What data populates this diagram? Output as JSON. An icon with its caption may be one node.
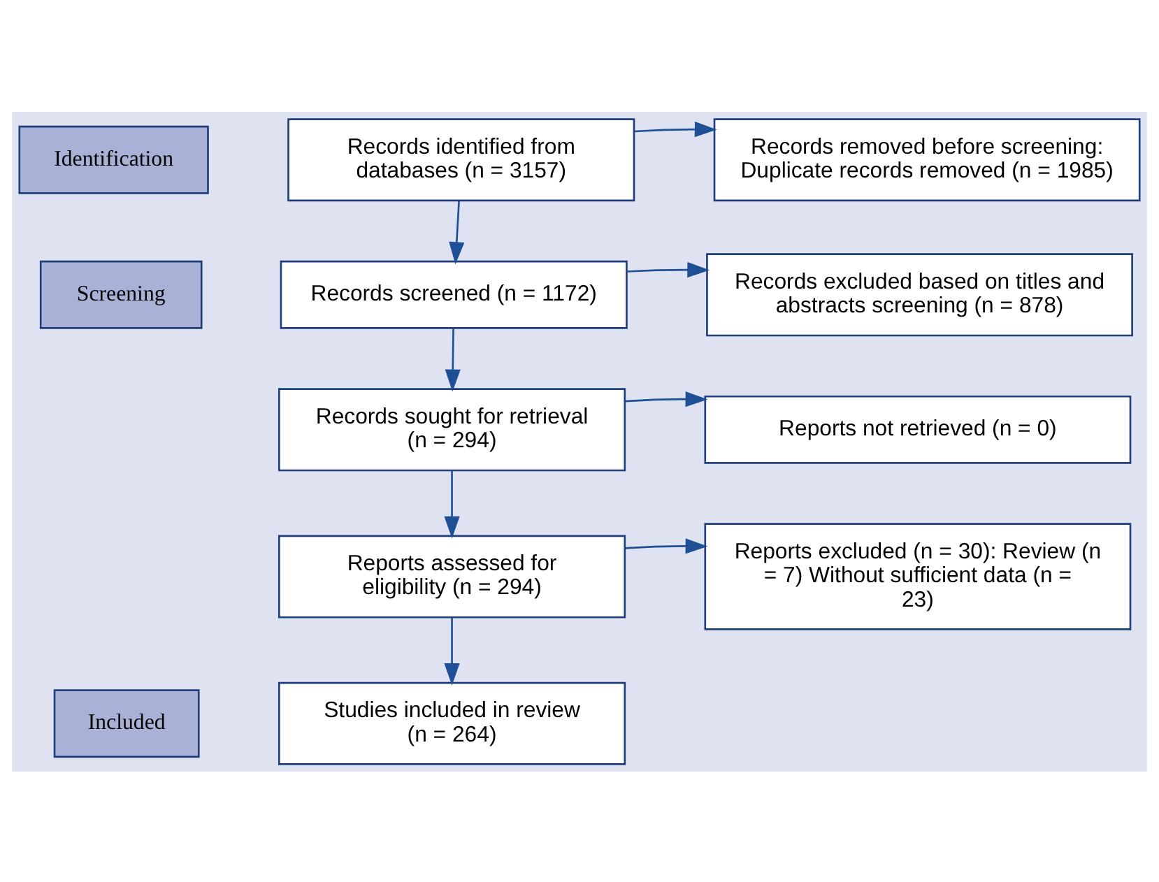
{
  "diagram": {
    "nodes": [
      {
        "text": [
          "Identification"
        ]
      },
      {
        "text": [
          "Records identified from databases (n = 3157)"
        ]
      },
      {
        "text": [
          "Records removed before screening: Duplicate records removed (n = 1985)"
        ]
      },
      {
        "text": [
          "Screening"
        ]
      },
      {
        "text": [
          "Records screened (n = 1172)"
        ]
      },
      {
        "text": [
          "Records excluded based on titles and abstracts screening (n = 878)"
        ]
      },
      {
        "text": [
          "Records sought for retrieval (n = 294)"
        ]
      },
      {
        "text": [
          "Reports not retrieved (n = 0)"
        ]
      },
      {
        "text": [
          "Reports assessed for eligibility (n = 294)"
        ]
      },
      {
        "text": [
          "Reports excluded (n = 30): Review (n = 7) Without sufficient data (n = 23)"
        ]
      },
      {
        "text": [
          "Included"
        ]
      },
      {
        "text": [
          "Studies included in review (n = 264)"
        ]
      }
    ],
    "edges": [
      {
        "from": 1,
        "to": 2,
        "arrow": "to"
      },
      {
        "from": 1,
        "to": 4,
        "arrow": "to"
      },
      {
        "from": 4,
        "to": 5,
        "arrow": "to"
      },
      {
        "from": 4,
        "to": 6,
        "arrow": "to"
      },
      {
        "from": 6,
        "to": 7,
        "arrow": "to"
      },
      {
        "from": 6,
        "to": 8,
        "arrow": "to"
      },
      {
        "from": 8,
        "to": 9,
        "arrow": "to"
      },
      {
        "from": 8,
        "to": 11,
        "arrow": "to"
      }
    ]
  }
}
